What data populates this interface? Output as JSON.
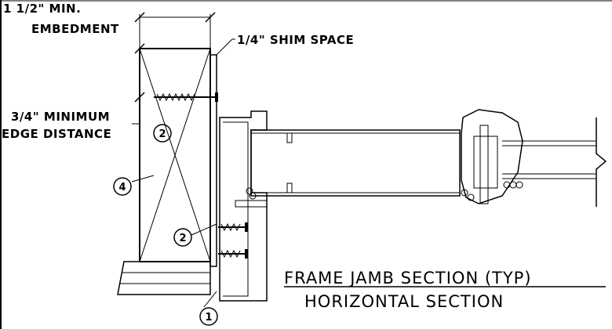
{
  "labels": {
    "embedment_line1": "1 1/2\" MIN.",
    "embedment_line2": "EMBEDMENT",
    "shim_space": "1/4\" SHIM SPACE",
    "edge_line1": "3/4\" MINIMUM",
    "edge_line2": "EDGE DISTANCE"
  },
  "title": {
    "line1": "FRAME JAMB SECTION (TYP)",
    "line2": "HORIZONTAL SECTION"
  },
  "callouts": {
    "one": "1",
    "two_upper": "2",
    "two_lower": "2",
    "four": "4"
  }
}
